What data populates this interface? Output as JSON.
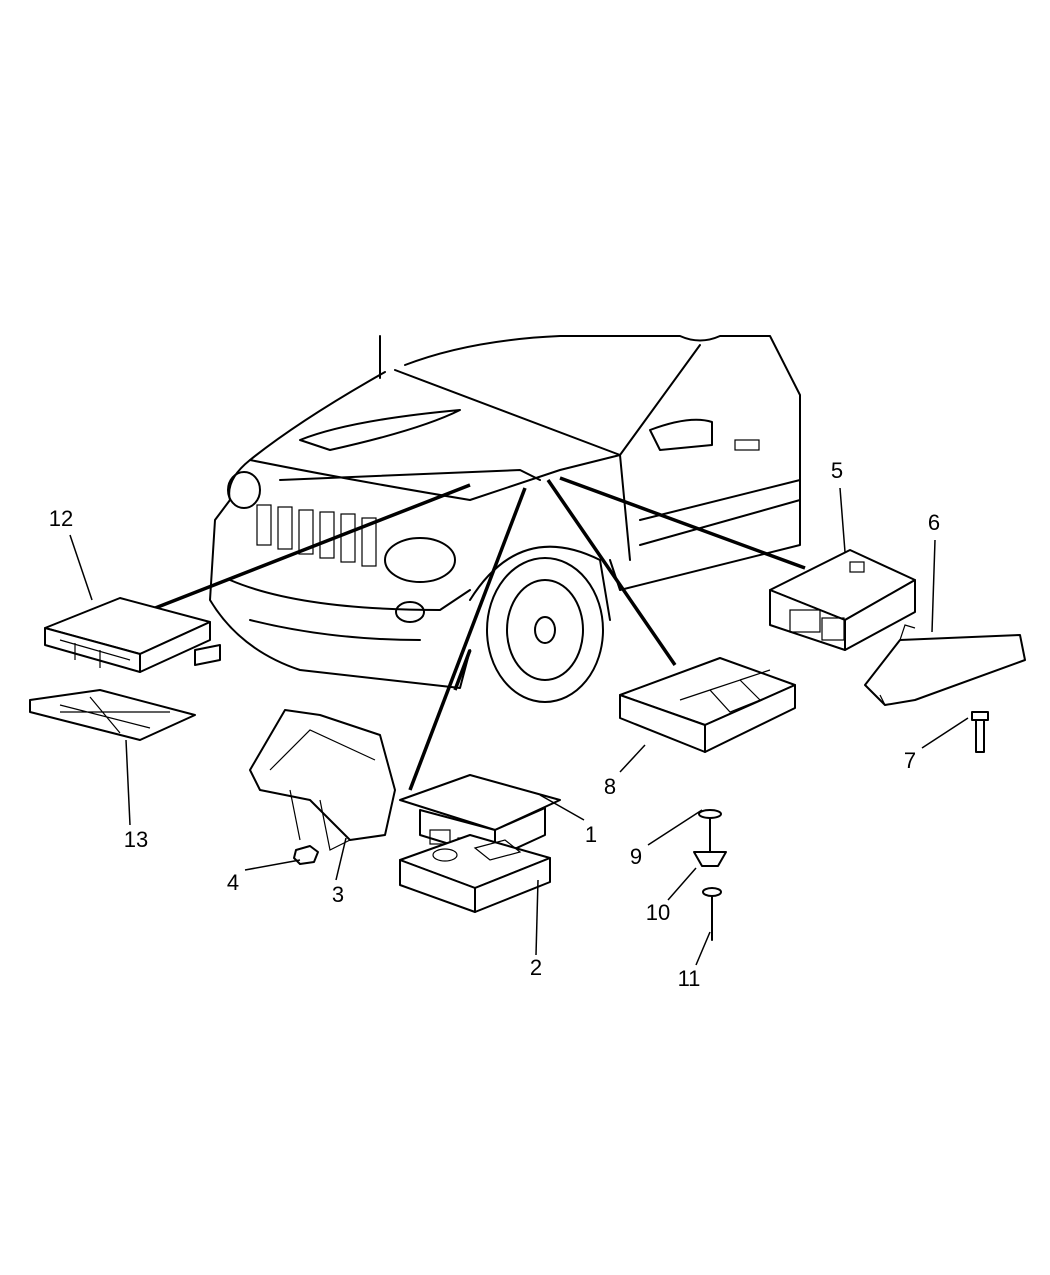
{
  "diagram": {
    "callouts": [
      "1",
      "2",
      "3",
      "4",
      "5",
      "6",
      "7",
      "8",
      "9",
      "10",
      "11",
      "12",
      "13"
    ]
  }
}
